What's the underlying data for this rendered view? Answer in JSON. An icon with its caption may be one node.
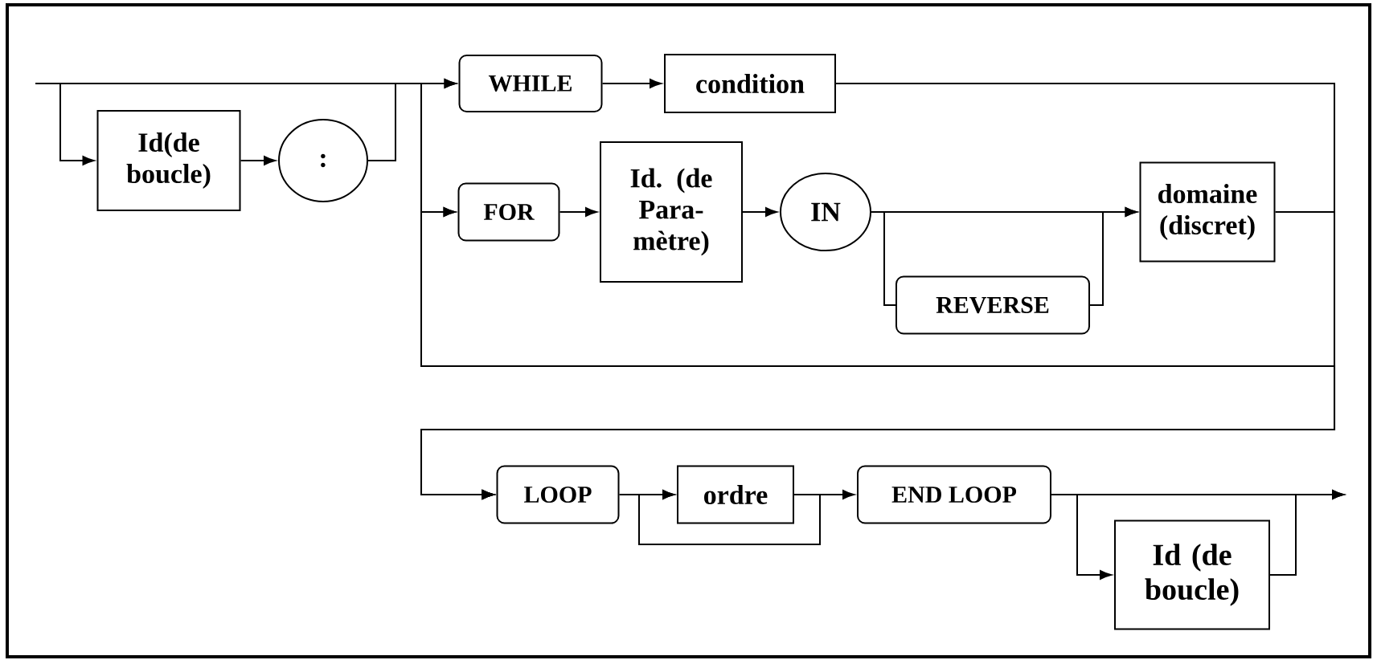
{
  "diagram": {
    "nodes": [
      {
        "text": [
          "Id(de boucle)"
        ]
      },
      {
        "text": [
          ":"
        ]
      },
      {
        "text": [
          "WHILE"
        ]
      },
      {
        "text": [
          "condition"
        ]
      },
      {
        "text": [
          "FOR"
        ]
      },
      {
        "text": [
          "Id. (de Para- mètre)"
        ]
      },
      {
        "text": [
          "IN"
        ]
      },
      {
        "text": [
          "REVERSE"
        ]
      },
      {
        "text": [
          "domaine (discret)"
        ]
      },
      {
        "text": [
          "LOOP"
        ]
      },
      {
        "text": [
          "ordre"
        ]
      },
      {
        "text": [
          "END LOOP"
        ]
      },
      {
        "text": [
          "Id (de boucle)"
        ]
      }
    ],
    "edges": [
      {
        "from": null,
        "to": 0,
        "arrow": "to"
      },
      {
        "from": 0,
        "to": 1,
        "arrow": "to"
      },
      {
        "from": 1,
        "to": 2,
        "arrow": "to"
      },
      {
        "from": 1,
        "to": 4,
        "arrow": "to"
      },
      {
        "from": 1,
        "to": 9,
        "arrow": "to"
      },
      {
        "from": null,
        "to": 2,
        "arrow": "to"
      },
      {
        "from": null,
        "to": 4,
        "arrow": "to"
      },
      {
        "from": null,
        "to": 9,
        "arrow": "to"
      },
      {
        "from": 2,
        "to": 3,
        "arrow": "to"
      },
      {
        "from": 3,
        "to": 9,
        "arrow": "to"
      },
      {
        "from": 4,
        "to": 5,
        "arrow": "to"
      },
      {
        "from": 5,
        "to": 6,
        "arrow": "to"
      },
      {
        "from": 6,
        "to": 8,
        "arrow": "to"
      },
      {
        "from": 6,
        "to": 7,
        "arrow": "none"
      },
      {
        "from": 7,
        "to": 8,
        "arrow": "to"
      },
      {
        "from": 8,
        "to": 9,
        "arrow": "to"
      },
      {
        "from": 9,
        "to": 10,
        "arrow": "to"
      },
      {
        "from": 10,
        "to": 10,
        "arrow": "to"
      },
      {
        "from": 10,
        "to": 11,
        "arrow": "to"
      },
      {
        "from": 11,
        "to": null,
        "arrow": "to"
      },
      {
        "from": 11,
        "to": 12,
        "arrow": "to"
      },
      {
        "from": 12,
        "to": null,
        "arrow": "to"
      }
    ]
  }
}
